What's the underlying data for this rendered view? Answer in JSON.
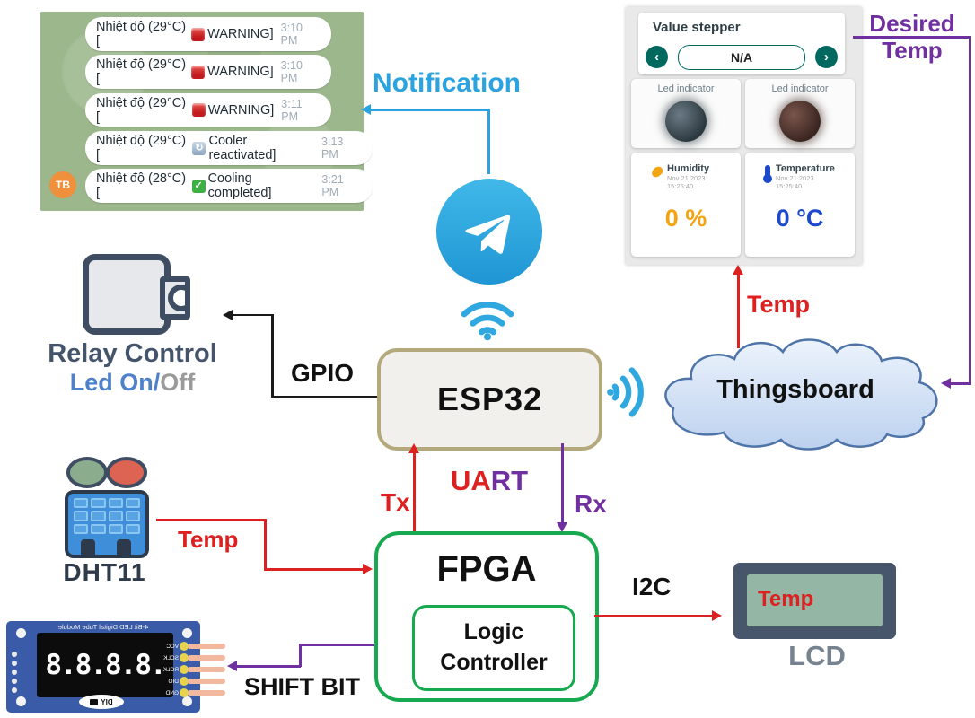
{
  "chat": {
    "avatar": "TB",
    "messages": [
      {
        "prefix": "Nhiệt độ (29°C) [",
        "icon": "siren-icon",
        "status": "WARNING]",
        "time": "3:10 PM"
      },
      {
        "prefix": "Nhiệt độ (29°C) [",
        "icon": "siren-icon",
        "status": "WARNING]",
        "time": "3:10 PM"
      },
      {
        "prefix": "Nhiệt độ (29°C) [",
        "icon": "siren-icon",
        "status": "WARNING]",
        "time": "3:11 PM"
      },
      {
        "prefix": "Nhiệt độ (29°C) [",
        "icon": "refresh-icon",
        "status": "Cooler reactivated]",
        "time": "3:13 PM"
      },
      {
        "prefix": "Nhiệt độ (28°C) [",
        "icon": "check-icon",
        "status": "Cooling completed]",
        "time": "3:21 PM"
      }
    ],
    "refresh_glyph": "↻",
    "check_glyph": "✓"
  },
  "dashboard": {
    "value_stepper": {
      "title": "Value stepper",
      "value": "N/A",
      "left_icon": "‹",
      "right_icon": "›"
    },
    "led_left": {
      "title": "Led indicator"
    },
    "led_right": {
      "title": "Led indicator"
    },
    "humidity": {
      "title": "Humidity",
      "date": "Nov 21 2023",
      "time": "15:25:40",
      "value": "0 %"
    },
    "temperature": {
      "title": "Temperature",
      "date": "Nov 21 2023",
      "time": "15:25:40",
      "value": "0 °C"
    }
  },
  "labels": {
    "notification": "Notification",
    "gpio": "GPIO",
    "uart_part1": "UA",
    "uart_part2": "RT",
    "tx": "Tx",
    "rx": "Rx",
    "temp_dht": "Temp",
    "temp_cloud": "Temp",
    "i2c": "I2C",
    "shift_bit": "SHIFT BIT",
    "desired_line1": "Desired",
    "desired_line2": "Temp"
  },
  "blocks": {
    "esp32": "ESP32",
    "fpga": "FPGA",
    "logic_line1": "Logic",
    "logic_line2": "Controller",
    "thingsboard": "Thingsboard",
    "relay_title": "Relay Control",
    "relay_sub_part1": "Led On",
    "relay_sub_sep": "/",
    "relay_sub_part2": "Off",
    "dht11": "DHT11",
    "lcd_label": "LCD",
    "lcd_screen_text": "Temp"
  },
  "led_module": {
    "top_text": "4-Bit LED Digital Tube Module",
    "digits": "8.8.8.8.",
    "pins": [
      "VCC",
      "SCLK",
      "RCLK",
      "DIO",
      "GND"
    ],
    "logo": "DIY"
  },
  "colors": {
    "red": "#dd2020",
    "purple": "#7030a0",
    "blue": "#2ba3e0",
    "green": "#17a94f",
    "teal": "#00695f",
    "amber": "#f2a413",
    "value_blue": "#1d49cc"
  }
}
